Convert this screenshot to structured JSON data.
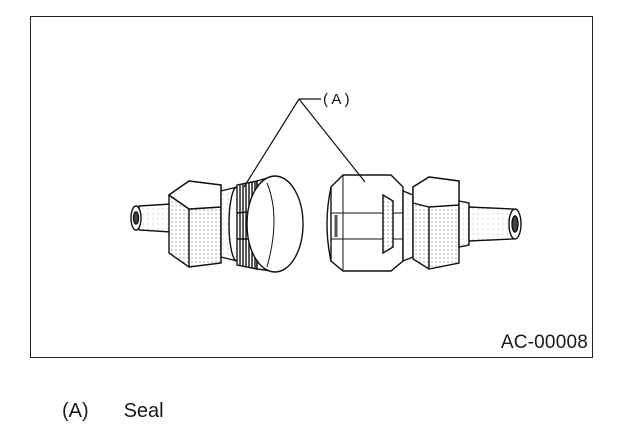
{
  "figure": {
    "callout_label": "( A )",
    "code": "AC-00008"
  },
  "legend": {
    "key": "(A)",
    "text": "Seal"
  }
}
